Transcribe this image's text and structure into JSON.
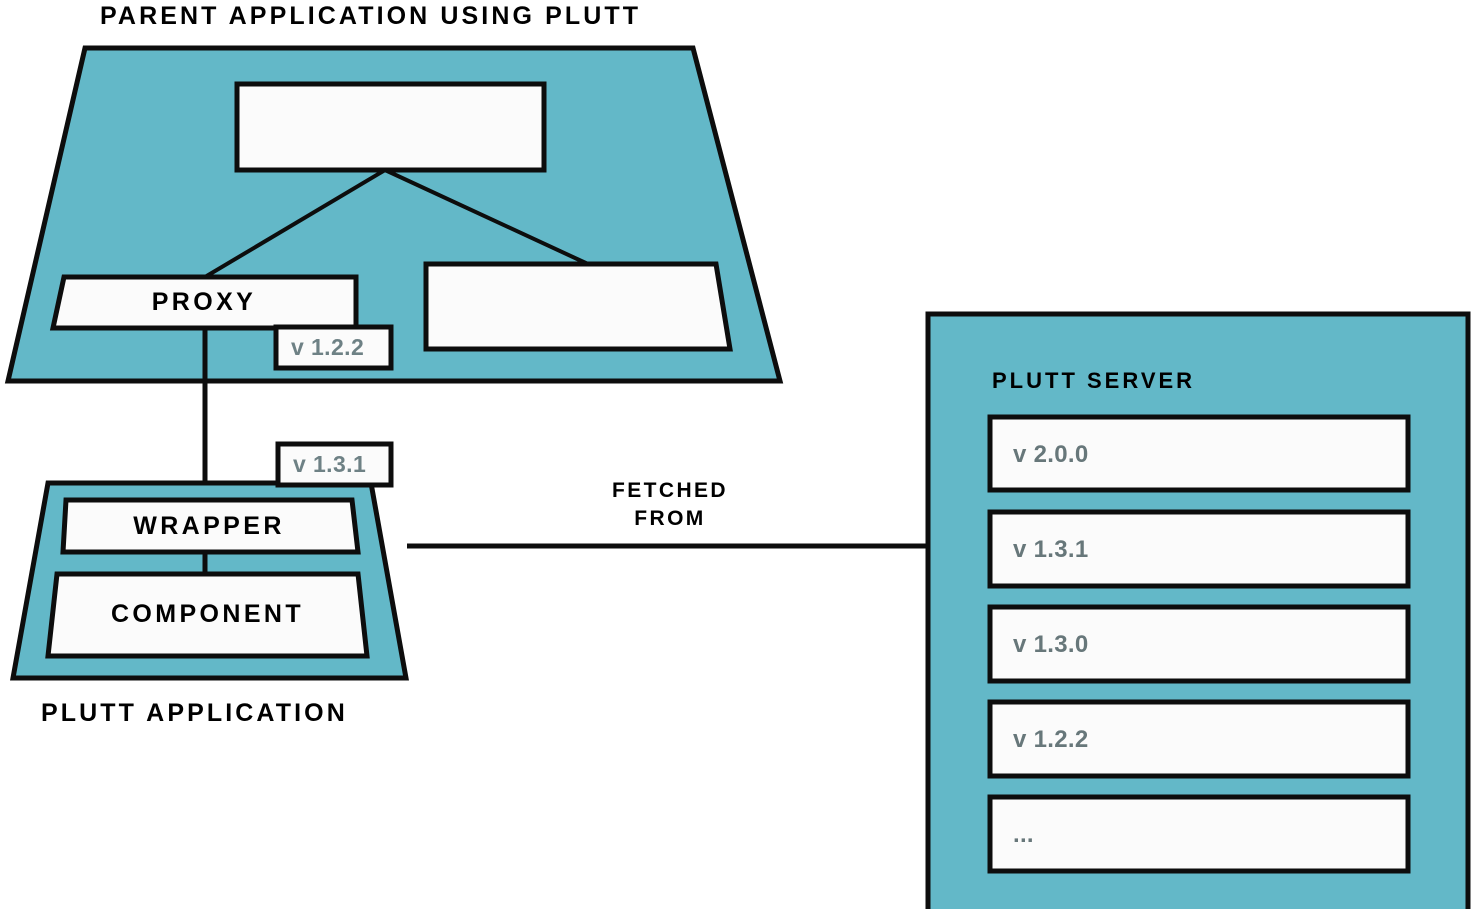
{
  "meta": {
    "colors": {
      "teal": "#63b8c8",
      "panel_white": "#fbfbfb",
      "stroke": "#0d0d0d",
      "version_text": "#6e8185",
      "server_version_text": "#67777a",
      "background": "#ffffff"
    }
  },
  "parent_application": {
    "title": "PARENT APPLICATION USING PLUTT",
    "root_box": {
      "label": ""
    },
    "proxy_box": {
      "label": "PROXY"
    },
    "sibling_box": {
      "label": ""
    },
    "proxy_version_badge": {
      "label": "v 1.2.2"
    }
  },
  "plutt_application": {
    "title": "PLUTT APPLICATION",
    "wrapper_box": {
      "label": "WRAPPER"
    },
    "component_box": {
      "label": "COMPONENT"
    },
    "wrapper_version_badge": {
      "label": "v 1.3.1"
    }
  },
  "connection": {
    "edge_label_line1": "FETCHED",
    "edge_label_line2": "FROM"
  },
  "plutt_server": {
    "title": "PLUTT SERVER",
    "versions": [
      {
        "label": "v 2.0.0",
        "highlighted": false
      },
      {
        "label": "v 1.3.1",
        "highlighted": true
      },
      {
        "label": "v 1.3.0",
        "highlighted": false
      },
      {
        "label": "v 1.2.2",
        "highlighted": false
      },
      {
        "label": "...",
        "highlighted": false
      }
    ]
  }
}
